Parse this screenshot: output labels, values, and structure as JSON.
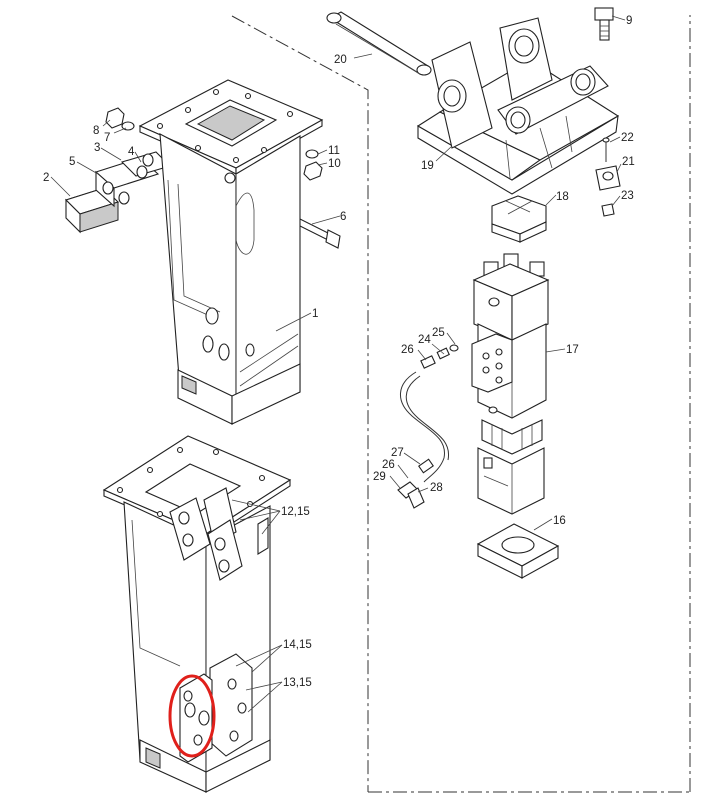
{
  "diagram": {
    "callouts": {
      "p1": "1",
      "p2": "2",
      "p3": "3",
      "p4": "4",
      "p5": "5",
      "p6": "6",
      "p7": "7",
      "p8": "8",
      "p9": "9",
      "p10": "10",
      "p11": "11",
      "p12_15": "12,15",
      "p13_15": "13,15",
      "p14_15": "14,15",
      "p16": "16",
      "p17": "17",
      "p18": "18",
      "p19": "19",
      "p20": "20",
      "p21": "21",
      "p22": "22",
      "p23": "23",
      "p24": "24",
      "p25": "25",
      "p26a": "26",
      "p26b": "26",
      "p27": "27",
      "p28": "28",
      "p29": "29"
    },
    "highlight_color": "#e0201b"
  }
}
